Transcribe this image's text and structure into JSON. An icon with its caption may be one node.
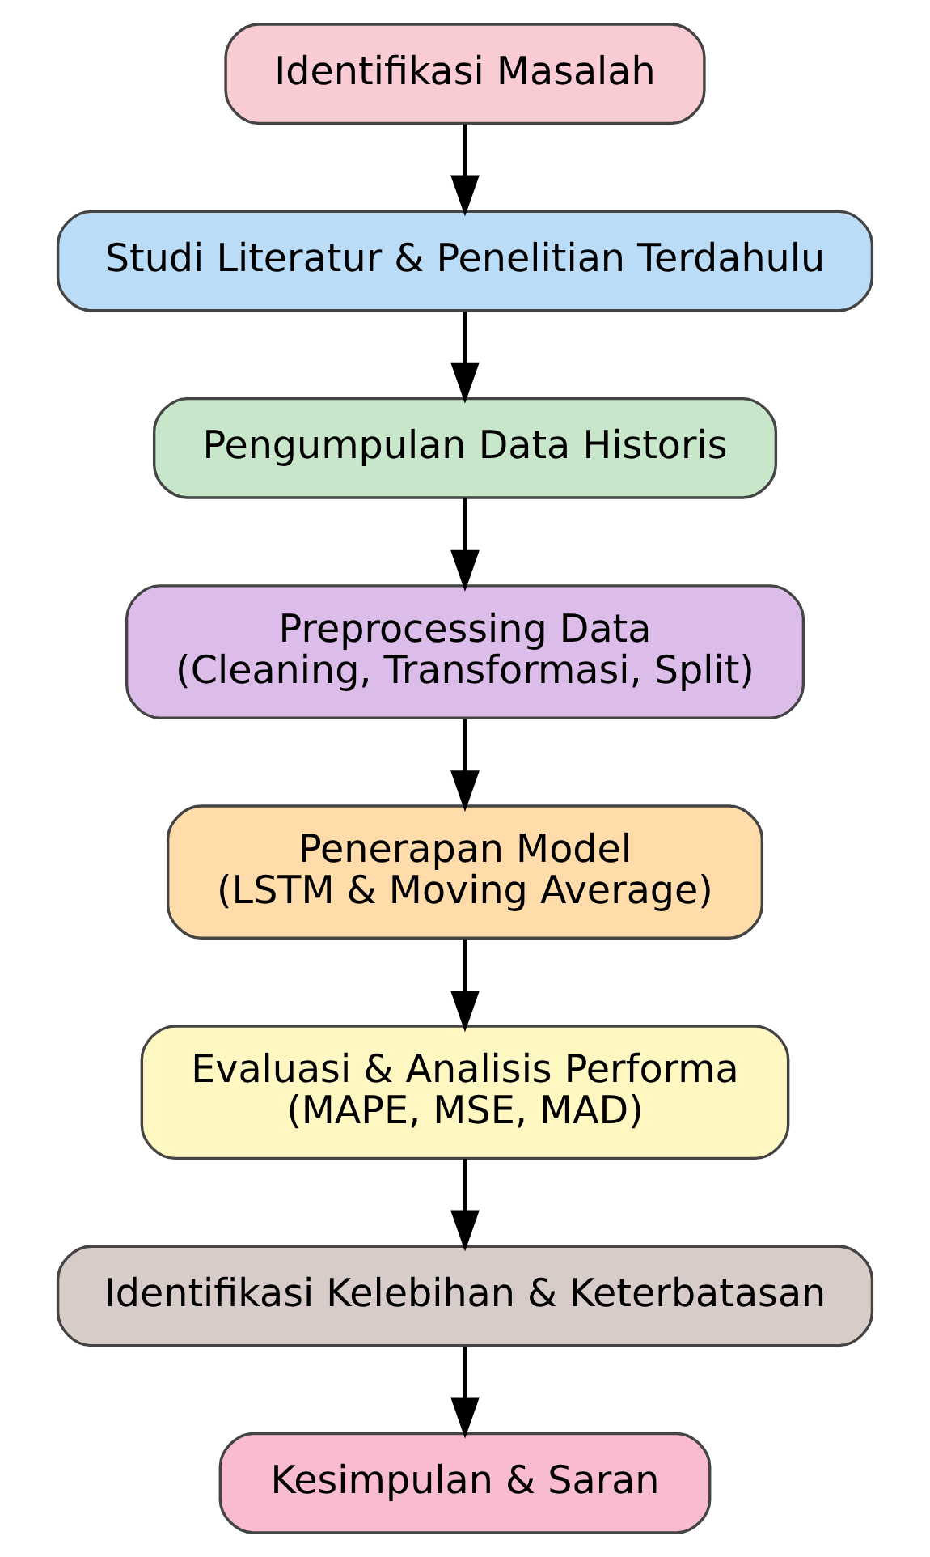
{
  "diagram": {
    "nodes": [
      {
        "text": [
          "Identifikasi Masalah"
        ]
      },
      {
        "text": [
          "Studi Literatur & Penelitian Terdahulu"
        ]
      },
      {
        "text": [
          "Pengumpulan Data Historis"
        ]
      },
      {
        "text": [
          "Preprocessing Data",
          "(Cleaning, Transformasi, Split)"
        ]
      },
      {
        "text": [
          "Penerapan Model",
          "(LSTM & Moving Average)"
        ]
      },
      {
        "text": [
          "Evaluasi & Analisis Performa",
          "(MAPE, MSE, MAD)"
        ]
      },
      {
        "text": [
          "Identifikasi Kelebihan & Keterbatasan"
        ]
      },
      {
        "text": [
          "Kesimpulan & Saran"
        ]
      }
    ],
    "edges": [
      {
        "from": 0,
        "to": 1,
        "arrow": "to"
      },
      {
        "from": 1,
        "to": 2,
        "arrow": "to"
      },
      {
        "from": 2,
        "to": 3,
        "arrow": "to"
      },
      {
        "from": 3,
        "to": 4,
        "arrow": "to"
      },
      {
        "from": 4,
        "to": 5,
        "arrow": "to"
      },
      {
        "from": 5,
        "to": 6,
        "arrow": "to"
      },
      {
        "from": 6,
        "to": 7,
        "arrow": "to"
      }
    ]
  }
}
